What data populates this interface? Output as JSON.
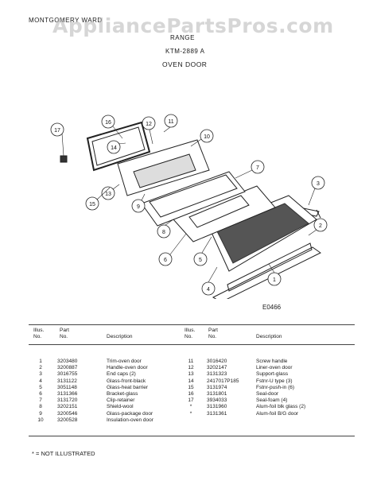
{
  "header": {
    "brand": "MONTGOMERY WARD",
    "watermark": "AppliancePartsPros.com",
    "product": "RANGE",
    "model": "KTM-2889 A",
    "section": "OVEN DOOR"
  },
  "diagram": {
    "code": "E0466",
    "callouts": [
      "1",
      "2",
      "3",
      "4",
      "5",
      "6",
      "7",
      "8",
      "9",
      "10",
      "11",
      "12",
      "13",
      "14",
      "15",
      "16",
      "17"
    ]
  },
  "table": {
    "headers": {
      "illus": "Illus. No.",
      "part": "Part No.",
      "description": "Description"
    },
    "left_rows": [
      {
        "illus": "1",
        "part": "3203480",
        "desc": "Trim-oven door"
      },
      {
        "illus": "2",
        "part": "3200887",
        "desc": "Handle-oven door"
      },
      {
        "illus": "3",
        "part": "3016755",
        "desc": "End caps (2)"
      },
      {
        "illus": "4",
        "part": "3131122",
        "desc": "Glass-front-black"
      },
      {
        "illus": "5",
        "part": "3051148",
        "desc": "Glass-heat barrier"
      },
      {
        "illus": "6",
        "part": "3131366",
        "desc": "Bracket-glass"
      },
      {
        "illus": "7",
        "part": "3131720",
        "desc": "Clip-retainer"
      },
      {
        "illus": "8",
        "part": "3202151",
        "desc": "Shield-wool"
      },
      {
        "illus": "9",
        "part": "3200546",
        "desc": "Glass-package door"
      },
      {
        "illus": "10",
        "part": "3200528",
        "desc": "Insulation-oven door"
      }
    ],
    "right_rows": [
      {
        "illus": "11",
        "part": "3016420",
        "desc": "Screw handle"
      },
      {
        "illus": "12",
        "part": "3202147",
        "desc": "Liner-oven door"
      },
      {
        "illus": "13",
        "part": "3131323",
        "desc": "Support-glass"
      },
      {
        "illus": "14",
        "part": "2417017P185",
        "desc": "Fstnr-U type (3)"
      },
      {
        "illus": "15",
        "part": "3131974",
        "desc": "Fstnr-push-in (6)"
      },
      {
        "illus": "16",
        "part": "3131801",
        "desc": "Seal-door"
      },
      {
        "illus": "17",
        "part": "3934033",
        "desc": "Seal-foam (4)"
      },
      {
        "illus": "*",
        "part": "3131960",
        "desc": "Alum-foil blk glass (2)"
      },
      {
        "illus": "*",
        "part": "3131361",
        "desc": "Alum-foil B/G door"
      }
    ]
  },
  "footnote": "* = NOT ILLUSTRATED"
}
